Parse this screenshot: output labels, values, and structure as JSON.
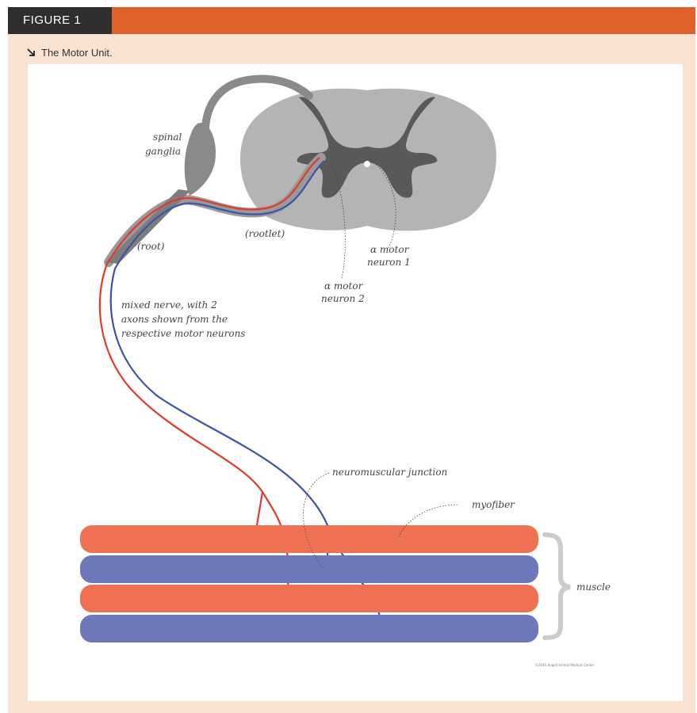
{
  "figure": {
    "tab_label": "FIGURE 1",
    "caption": "The Motor Unit."
  },
  "diagram": {
    "labels": {
      "spinal_ganglia_line1": "spinal",
      "spinal_ganglia_line2": "ganglia",
      "root": "(root)",
      "rootlet": "(rootlet)",
      "alpha_motor_neuron_1_line1": "α motor",
      "alpha_motor_neuron_1_line2": "neuron 1",
      "alpha_motor_neuron_2_line1": "α motor",
      "alpha_motor_neuron_2_line2": "neuron 2",
      "mixed_nerve_line1": "mixed nerve, with 2",
      "mixed_nerve_line2": "axons shown from the",
      "mixed_nerve_line3": "respective motor neurons",
      "neuromuscular_junction": "neuromuscular junction",
      "myofiber": "myofiber",
      "muscle": "muscle",
      "credit": "©2015 Angell Animal Medical Center"
    },
    "colors": {
      "header_accent": "#e0622a",
      "tab_dark": "#2e2e2e",
      "frame_bg": "#fbe3d4",
      "red_axon": "#e03b2b",
      "blue_axon": "#3d52a8",
      "red_fiber": "#ee7153",
      "blue_fiber": "#6f77bb",
      "white_matter": "#b5b4b4",
      "grey_matter": "#595959",
      "nerve_grey": "#8a8a8a"
    }
  }
}
